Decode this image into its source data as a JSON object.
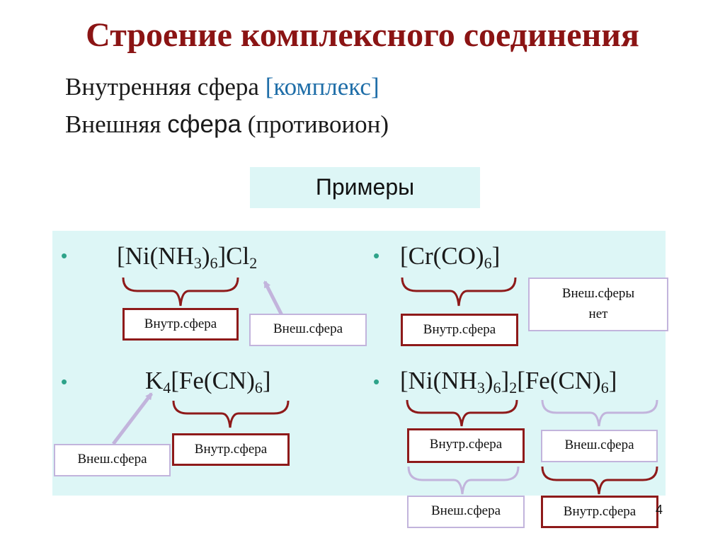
{
  "title": "Строение  комплексного соединения",
  "inner_sphere": {
    "text": "Внутренняя сфера",
    "bracket": "[комплекс]"
  },
  "outer_sphere": {
    "text_a": "Внешняя",
    "text_b": "сфера",
    "text_c": "(противоион)"
  },
  "examples_label": "Примеры",
  "bullet": "•",
  "formulas": {
    "f1": {
      "a": "[Ni(NH",
      "s1": "3",
      "b": ")",
      "s2": "6",
      "c": "]Cl",
      "s3": "2"
    },
    "f2": {
      "a": "[Cr(CO)",
      "s1": "6",
      "b": "]"
    },
    "f3": {
      "a": "K",
      "s1": "4",
      "b": "[Fe(CN)",
      "s2": "6",
      "c": "]"
    },
    "f4": {
      "a": "[Ni(NH",
      "s1": "3",
      "b": ")",
      "s2": "6",
      "c": "]",
      "s3": "2",
      "d": "[Fe(CN)",
      "s4": "6",
      "e": "]"
    }
  },
  "labels": {
    "inner": "Внутр.сфера",
    "outer": "Внеш.сфера",
    "none_line1": "Внеш.сферы",
    "none_line2": "нет"
  },
  "page_number": "4",
  "colors": {
    "title": "#8b1414",
    "blue_text": "#1f6ea8",
    "panel": "#ddf6f6",
    "inner_border": "#8e1a1a",
    "outer_border": "#c2b4dc",
    "bullet": "#2ea38a"
  }
}
